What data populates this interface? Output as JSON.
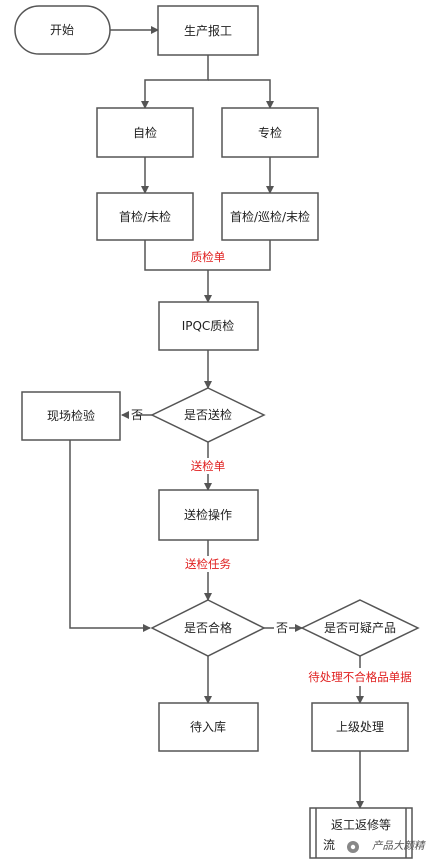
{
  "nodes": {
    "start": "开始",
    "report": "生产报工",
    "self_check": "自检",
    "special_check": "专检",
    "first_last": "首检/末检",
    "first_patrol_last": "首检/巡检/末检",
    "ipqc": "IPQC质检",
    "is_send": "是否送检",
    "onsite": "现场检验",
    "send_op": "送检操作",
    "is_pass": "是否合格",
    "is_suspect": "是否可疑产品",
    "warehouse": "待入库",
    "superior": "上级处理",
    "rework": "返工返修等"
  },
  "edge_labels": {
    "qc_form": "质检单",
    "no1": "否",
    "send_form": "送检单",
    "send_task": "送检任务",
    "no2": "否",
    "pending_doc": "待处理不合格品单据"
  },
  "watermark": {
    "text": "产品大颜精",
    "partial": "流"
  },
  "colors": {
    "stroke": "#555555",
    "label_red": "#e02020"
  }
}
